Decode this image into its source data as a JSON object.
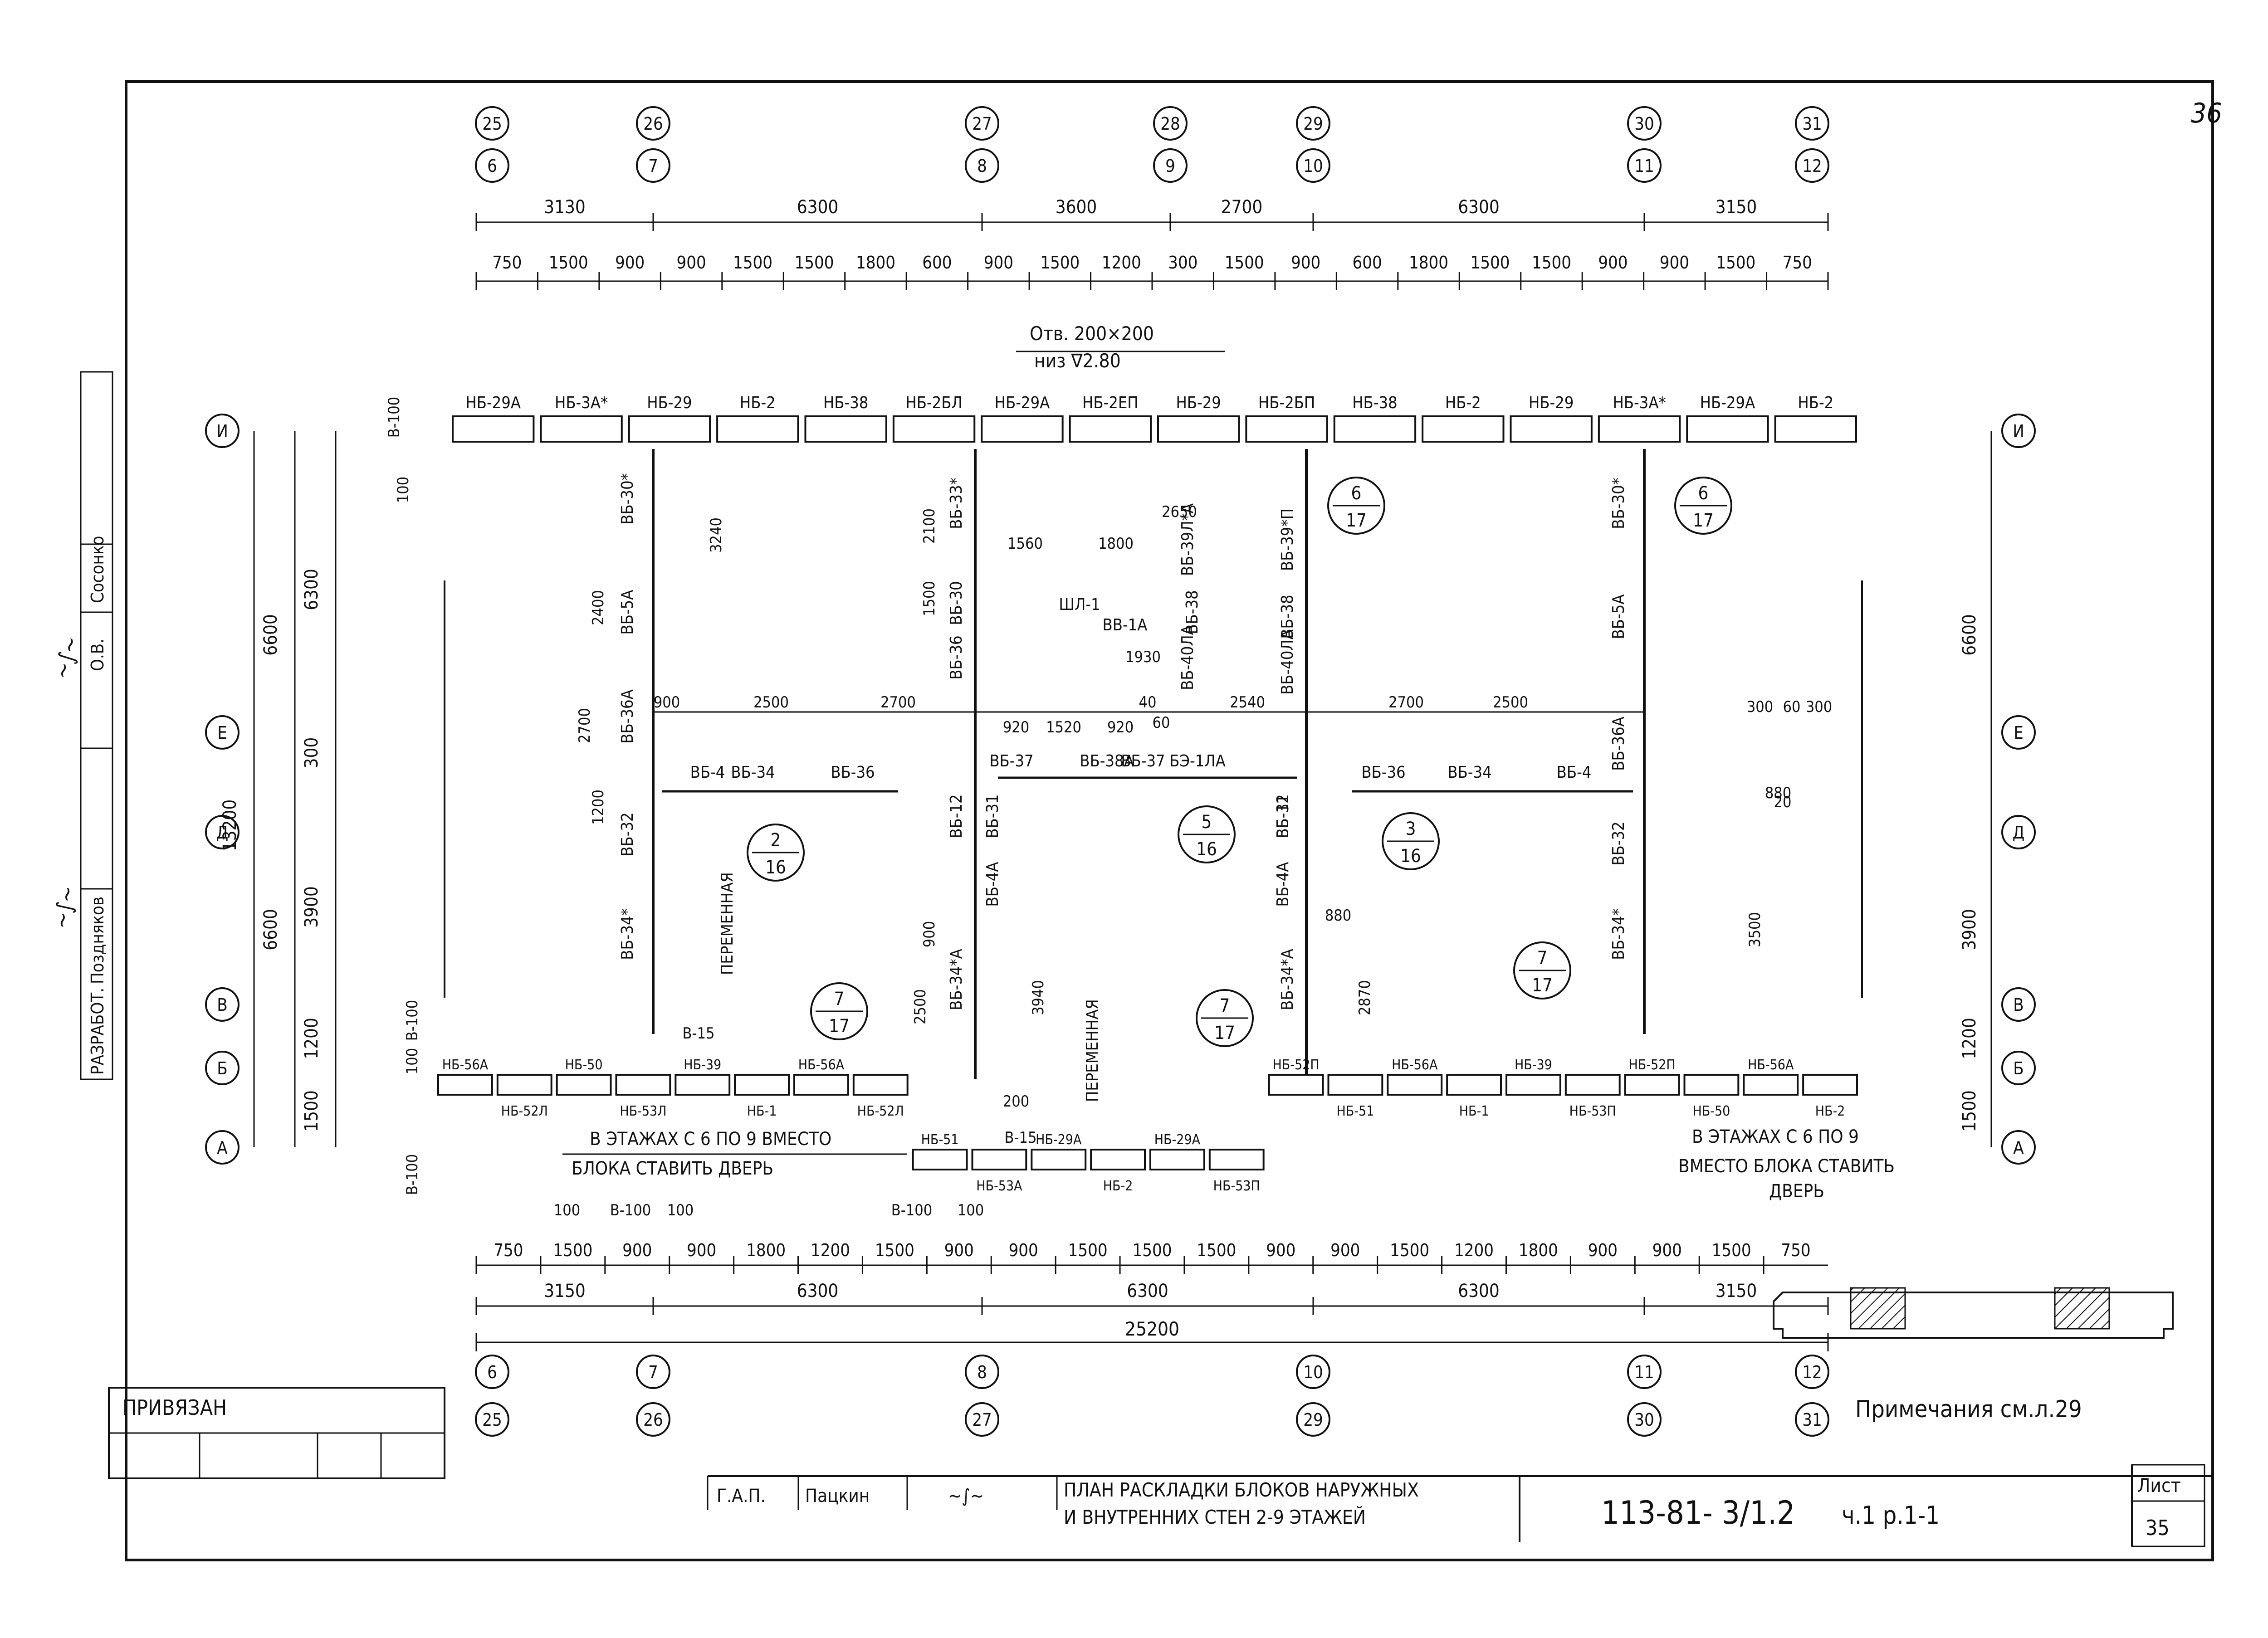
{
  "sheet": {
    "page_mark": "36",
    "title_line1": "ПЛАН РАСКЛАДКИ БЛОКОВ НАРУЖНЫХ",
    "title_line2": "И ВНУТРЕННИХ СТЕН 2-9 ЭТАЖЕЙ",
    "code": "113-81- 3/1.2",
    "part": "ч.1  р.1-1",
    "sheet_label": "Лист",
    "sheet_number": "35",
    "gap_label": "Г.А.П.",
    "gap_name": "Пацкин",
    "privyazan": "ПРИВЯЗАН",
    "notes": "Примечания  см.л.29",
    "side_stamp": [
      "РАЗРАБОТ.",
      "Поздняков",
      "О.В.",
      "Сосонко"
    ]
  },
  "axes_top": [
    {
      "a": "25",
      "b": "6"
    },
    {
      "a": "26",
      "b": "7"
    },
    {
      "a": "27",
      "b": "8"
    },
    {
      "a": "28",
      "b": "9"
    },
    {
      "a": "29",
      "b": "10"
    },
    {
      "a": "30",
      "b": "11"
    },
    {
      "a": "31",
      "b": "12"
    }
  ],
  "axes_bottom": [
    {
      "a": "6",
      "b": "25"
    },
    {
      "a": "7",
      "b": "26"
    },
    {
      "a": "8",
      "b": "27"
    },
    {
      "a": "10",
      "b": "29"
    },
    {
      "a": "11",
      "b": "30"
    },
    {
      "a": "12",
      "b": "31"
    }
  ],
  "axes_side": [
    "И",
    "Е",
    "Д",
    "В",
    "Б",
    "А"
  ],
  "dims_top_1": [
    "3130",
    "6300",
    "3600",
    "2700",
    "6300",
    "3150"
  ],
  "dims_top_2": [
    "750",
    "1500",
    "900",
    "900",
    "1500",
    "1500",
    "1800",
    "600",
    "900",
    "1500",
    "1200",
    "300",
    "1500",
    "900",
    "600",
    "1800",
    "1500",
    "1500",
    "900",
    "900",
    "1500",
    "750"
  ],
  "dims_bottom_1": [
    "750",
    "1500",
    "900",
    "900",
    "1800",
    "1200",
    "1500",
    "900",
    "900",
    "1500",
    "1500",
    "1500",
    "900",
    "900",
    "1500",
    "1200",
    "1800",
    "900",
    "900",
    "1500",
    "750"
  ],
  "dims_bottom_2": [
    "3150",
    "6300",
    "6300",
    "6300",
    "3150"
  ],
  "dims_total": "25200",
  "dims_left": [
    "6600",
    "6300",
    "300",
    "13200",
    "6600",
    "3900",
    "1200",
    "1500"
  ],
  "dims_right": [
    "6600",
    "3900",
    "1200",
    "1500"
  ],
  "opening": {
    "line1": "Отв. 200×200",
    "line2": "низ ∇2.80"
  },
  "blocks_top_wall": [
    "НБ-29А",
    "НБ-3А*",
    "НБ-29",
    "НБ-2",
    "НБ-38",
    "НБ-2БЛ",
    "НБ-29А",
    "НБ-2ЕП",
    "НБ-29",
    "НБ-2БП",
    "НБ-38",
    "НБ-2",
    "НБ-29",
    "НБ-3А*",
    "НБ-29А",
    "НБ-2"
  ],
  "blocks_bottom_wall": [
    "НБ-56А",
    "НБ-52Л",
    "НБ-50",
    "НБ-53Л",
    "НБ-39",
    "НБ-1",
    "НБ-56А",
    "НБ-52Л",
    "НБ-51",
    "НБ-53А",
    "НБ-29А",
    "НБ-2",
    "НБ-29А",
    "НБ-53П",
    "НБ-52П",
    "НБ-51",
    "НБ-56А",
    "НБ-1",
    "НБ-39",
    "НБ-53П",
    "НБ-52П",
    "НБ-50",
    "НБ-56А",
    "НБ-2"
  ],
  "blocks_inner": [
    "ВБ-30*",
    "ВБ-5А",
    "ВБ-36А",
    "ВБ-4",
    "ВБ-34",
    "ВБ-36",
    "ВБ-32",
    "ВБ-34*",
    "ВБ-33*",
    "ВБ-30",
    "ВБ-36",
    "ВБ-12",
    "ВБ-4А",
    "ВБ-34*А",
    "ВБ-31",
    "ВБ-37",
    "ВБ-38А",
    "ВБ-37",
    "БЭ-1ЛА",
    "ВБ-39Л*А",
    "ВБ-38",
    "ВБ-40ЛА",
    "ВБ-39*П",
    "ВБ-38",
    "ВБ-40ЛА",
    "ВБ-12",
    "ВБ-31",
    "ВБ-4А",
    "ВБ-34*А",
    "ВБ-36",
    "ВБ-34",
    "ВБ-4",
    "ВБ-30*",
    "ВБ-5А",
    "ВБ-36А",
    "ВБ-32",
    "ВБ-34*",
    "ВВ-1А",
    "ШЛ-1"
  ],
  "callouts": [
    {
      "top": "2",
      "bottom": "16"
    },
    {
      "top": "5",
      "bottom": "16"
    },
    {
      "top": "3",
      "bottom": "16"
    },
    {
      "top": "6",
      "bottom": "17"
    },
    {
      "top": "6",
      "bottom": "17"
    },
    {
      "top": "7",
      "bottom": "17"
    },
    {
      "top": "7",
      "bottom": "17"
    },
    {
      "top": "7",
      "bottom": "17"
    }
  ],
  "note_left": {
    "line1": "В ЭТАЖАХ С 6 ПО 9 ВМЕСТО",
    "line2": "БЛОКА  СТАВИТЬ  ДВЕРЬ"
  },
  "note_right": {
    "line1": "В ЭТАЖАХ С 6 ПО 9",
    "line2": "ВМЕСТО БЛОКА  СТАВИТЬ",
    "line3": "ДВЕРЬ"
  },
  "variable_label": "ПЕРЕМЕННАЯ",
  "small_dims": [
    "В-100",
    "100",
    "В-100",
    "100",
    "В-100",
    "100",
    "В-100",
    "100",
    "В-15",
    "200",
    "В-15",
    "В-100",
    "100",
    "300",
    "60",
    "300",
    "880",
    "20",
    "1930",
    "2650",
    "1560",
    "1800",
    "2100",
    "1500",
    "2400",
    "2700",
    "3240",
    "900",
    "2500",
    "2700",
    "2540",
    "2700",
    "2500",
    "920",
    "1520",
    "920",
    "40",
    "60",
    "880",
    "3500",
    "2870",
    "3940",
    "2500",
    "900",
    "1200"
  ]
}
